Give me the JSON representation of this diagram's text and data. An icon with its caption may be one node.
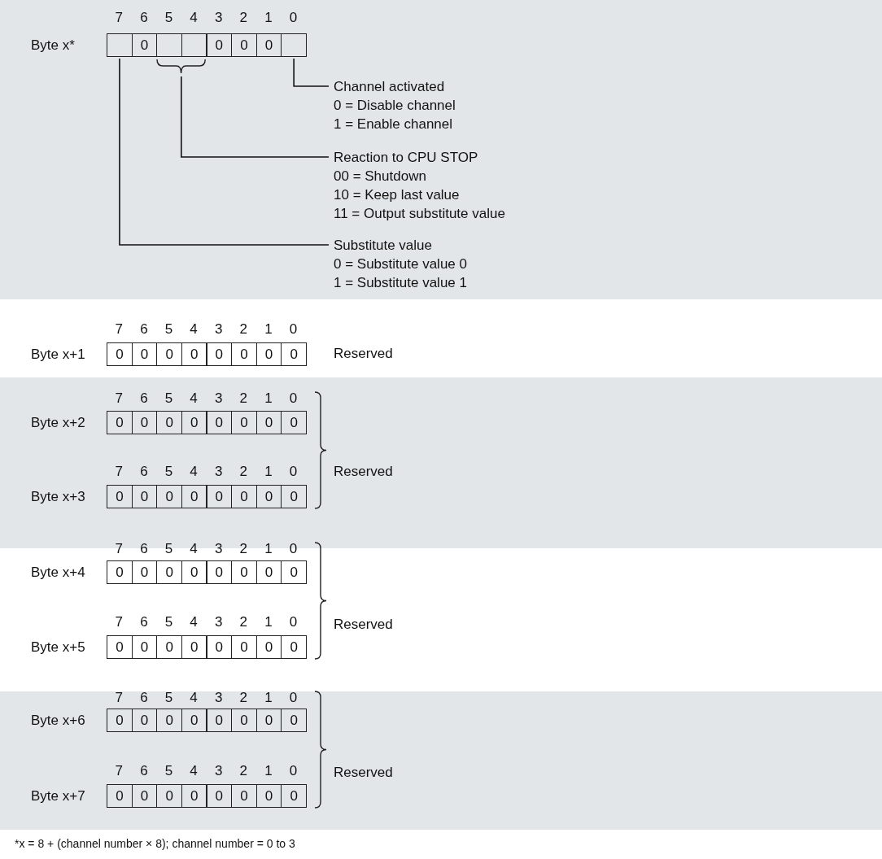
{
  "diagram": {
    "caption": "*x = 8 + (channel number × 8); channel number = 0 to 3",
    "nodes": [
      {
        "text": [],
        "shape": "box"
      },
      {
        "text": [],
        "shape": "brace"
      },
      {
        "text": [],
        "shape": "box"
      },
      {
        "text": [
          "Channel activated",
          "0 = Disable channel",
          "1 = Enable channel"
        ]
      },
      {
        "text": [
          "Reaction to CPU STOP",
          "00 = Shutdown",
          "10 = Keep last value",
          "11 = Output substitute value"
        ]
      },
      {
        "text": [
          "Substitute value",
          "0 = Substitute value 0",
          "1 = Substitute value 1"
        ]
      }
    ],
    "edges": [
      {
        "from": 3,
        "to": 2,
        "arrow": "none"
      },
      {
        "from": 4,
        "to": 1,
        "arrow": "none"
      },
      {
        "from": 5,
        "to": 0,
        "arrow": "none"
      }
    ],
    "labels": [
      "7",
      "6",
      "5",
      "4",
      "3",
      "2",
      "1",
      "0",
      "Byte x*",
      "0",
      "0",
      "0",
      "0",
      "7",
      "6",
      "5",
      "4",
      "3",
      "2",
      "1",
      "0",
      "Byte x+1",
      "0",
      "0",
      "0",
      "0",
      "0",
      "0",
      "0",
      "0",
      "Reserved",
      "7",
      "6",
      "5",
      "4",
      "3",
      "2",
      "1",
      "0",
      "Byte x+2",
      "0",
      "0",
      "0",
      "0",
      "0",
      "0",
      "0",
      "0",
      "7",
      "6",
      "5",
      "4",
      "3",
      "2",
      "1",
      "0",
      "Reserved",
      "Byte x+3",
      "0",
      "0",
      "0",
      "0",
      "0",
      "0",
      "0",
      "0",
      "7",
      "6",
      "5",
      "4",
      "3",
      "2",
      "1",
      "0",
      "Byte x+4",
      "0",
      "0",
      "0",
      "0",
      "0",
      "0",
      "0",
      "0",
      "7",
      "6",
      "5",
      "4",
      "3",
      "2",
      "1",
      "0",
      "Reserved",
      "Byte x+5",
      "0",
      "0",
      "0",
      "0",
      "0",
      "0",
      "0",
      "0",
      "7",
      "6",
      "5",
      "4",
      "3",
      "2",
      "1",
      "0",
      "Byte x+6",
      "0",
      "0",
      "0",
      "0",
      "0",
      "0",
      "0",
      "0",
      "7",
      "6",
      "5",
      "4",
      "3",
      "2",
      "1",
      "0",
      "Reserved",
      "Byte x+7",
      "0",
      "0",
      "0",
      "0",
      "0",
      "0",
      "0",
      "0"
    ]
  }
}
